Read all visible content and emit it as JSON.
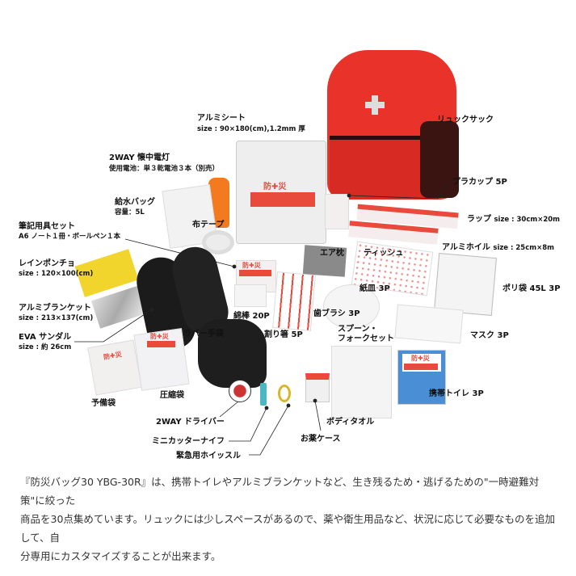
{
  "items": {
    "alumi_sheet": {
      "name": "アルミシート",
      "spec": "size : 90×180(cm),1.2mm 厚"
    },
    "rucksack": {
      "name": "リュックサック"
    },
    "flashlight": {
      "name": "2WAY 懐中電灯",
      "spec": "使用電池：単３乾電池３本（別売）"
    },
    "water_bag": {
      "name": "給水バッグ",
      "spec": "容量：5L"
    },
    "cloth_tape": {
      "name": "布テープ"
    },
    "plastic_cup": {
      "name": "プラカップ 5P"
    },
    "wrap": {
      "name": "ラップ",
      "spec": "size : 30cm×20m"
    },
    "foil": {
      "name": "アルミホイル",
      "spec": "size : 25cm×8m"
    },
    "stationery": {
      "name": "筆記用具セット",
      "spec": "A6 ノート１冊・ボールペン１本"
    },
    "air_pillow": {
      "name": "エア枕"
    },
    "tissue": {
      "name": "ティッシュ"
    },
    "rain_poncho": {
      "name": "レインポンチョ",
      "spec": "size : 120×100(cm)"
    },
    "paper_plate": {
      "name": "紙皿 3P"
    },
    "poly_bag": {
      "name": "ポリ袋 45L 3P"
    },
    "cotton_swab": {
      "name": "綿棒 20P"
    },
    "alumi_blanket": {
      "name": "アルミブランケット",
      "spec": "size : 213×137(cm)"
    },
    "toothbrush": {
      "name": "歯ブラシ 3P"
    },
    "chopsticks": {
      "name": "割り箸 5P"
    },
    "spoon_fork": {
      "name1": "スプーン・",
      "name2": "フォークセット"
    },
    "mask": {
      "name": "マスク 3P"
    },
    "eva_sandal": {
      "name": "EVA サンダル",
      "spec": "size : 約 26cm"
    },
    "rubber_gloves": {
      "name": "ラバー手袋"
    },
    "spare_bag": {
      "name": "予備袋"
    },
    "compression_bag": {
      "name": "圧縮袋"
    },
    "portable_toilet": {
      "name": "携帯トイレ 3P"
    },
    "driver": {
      "name": "2WAY ドライバー"
    },
    "body_towel": {
      "name": "ボディタオル"
    },
    "cutter": {
      "name": "ミニカッターナイフ"
    },
    "medicine_case": {
      "name": "お薬ケース"
    },
    "whistle": {
      "name": "緊急用ホイッスル"
    }
  },
  "package_label": "防✚災",
  "description": {
    "line1": "『防災バッグ30 YBG-30R』は、携帯トイレやアルミブランケットなど、生き残るため・逃げるための\"一時避難対策\"に絞った",
    "line2": "商品を30点集めています。リュックには少しスペースがあるので、薬や衛生用品など、状況に応じて必要なものを追加して、自",
    "line3": "分専用にカスタマイズすることが出来ます。"
  },
  "colors": {
    "bag_red": "#e8322a",
    "label_red": "#e84a3c",
    "poncho": "#f2d52c"
  }
}
